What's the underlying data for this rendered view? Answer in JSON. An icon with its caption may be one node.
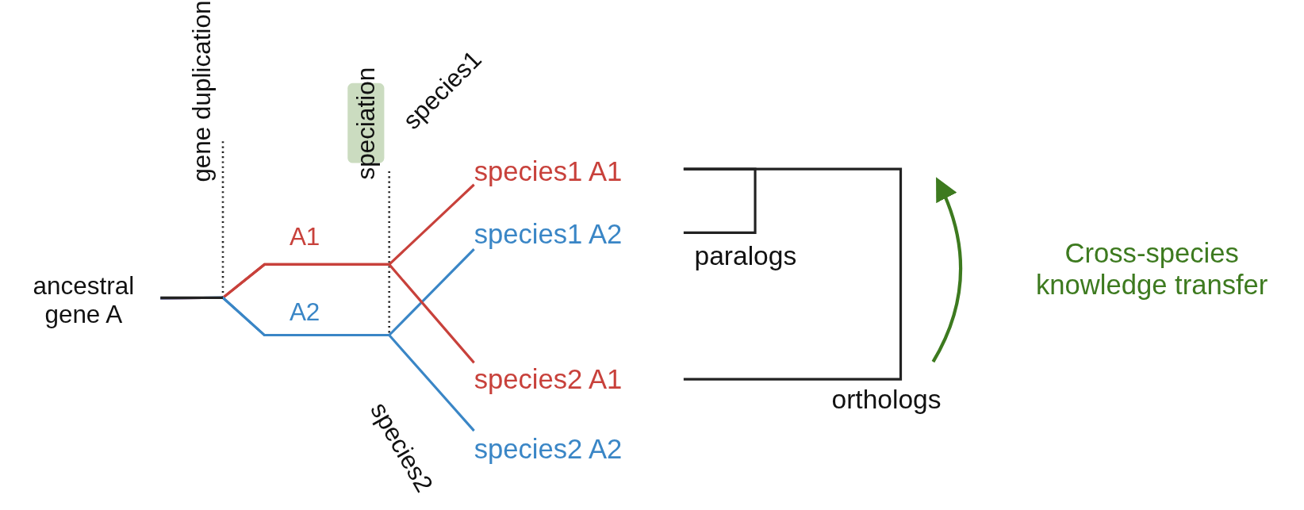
{
  "diagram": {
    "nodes": [
      {
        "text": [
          "ancestral gene A"
        ]
      },
      {
        "text": [
          "speciation"
        ]
      },
      {
        "text": [
          "species1 A1"
        ]
      },
      {
        "text": [
          "species1 A2"
        ]
      },
      {
        "text": [
          "species2 A1"
        ]
      },
      {
        "text": [
          "species2 A2"
        ]
      }
    ],
    "edges": [
      {
        "from": 0,
        "to": 2,
        "arrow": "none",
        "color": "#c8413b"
      },
      {
        "from": 0,
        "to": 3,
        "arrow": "none",
        "color": "#3a86c6"
      },
      {
        "from": 0,
        "to": 4,
        "arrow": "none",
        "color": "#c8413b"
      },
      {
        "from": 0,
        "to": 5,
        "arrow": "none",
        "color": "#3a86c6"
      },
      {
        "from": 3,
        "to": 2,
        "arrow": "none",
        "label": "paralogs",
        "color": "#222222"
      },
      {
        "from": 2,
        "to": 4,
        "arrow": "none",
        "label": "orthologs",
        "color": "#222222"
      }
    ],
    "labels": [
      "gene duplication",
      "species1",
      "A1",
      "A2",
      "species2",
      "Cross-species knowledge transfer"
    ]
  }
}
